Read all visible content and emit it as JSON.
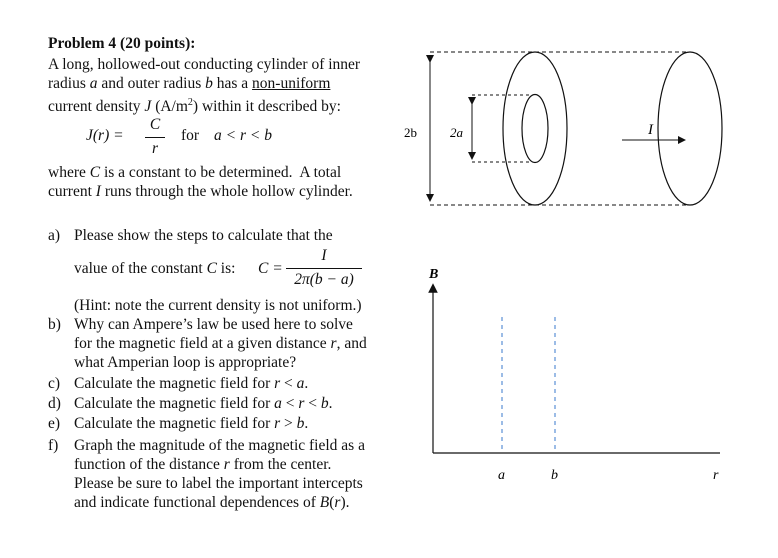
{
  "problem": {
    "title": "Problem 4 (20 points):",
    "intro_lines": [
      "A long, hollowed-out conducting cylinder of inner",
      "radius a and outer radius b has a non-uniform",
      "current density J (A/m²) within it described by:"
    ],
    "equation": {
      "lhs": "J(r) =",
      "numerator": "C",
      "denominator": "r",
      "condition_for": "for",
      "condition": "a < r < b"
    },
    "after_lines": [
      "where C is a constant to be determined.  A total",
      "current I runs through the whole hollow cylinder."
    ]
  },
  "parts": [
    {
      "label": "a)",
      "lines": [
        "Please show the steps to calculate that the"
      ]
    },
    {
      "label": "",
      "lines": [
        "value of the constant C is:"
      ]
    },
    {
      "label": "",
      "lines": [
        "(Hint: note the current density is not uniform.)"
      ]
    },
    {
      "label": "b)",
      "lines": [
        "Why can Ampere’s law be used here to solve",
        "for the magnetic field at a given distance r, and",
        "what Amperian loop is appropriate?"
      ]
    },
    {
      "label": "c)",
      "lines": [
        "Calculate the magnetic field for r < a."
      ]
    },
    {
      "label": "d)",
      "lines": [
        "Calculate the magnetic field for a < r < b."
      ]
    },
    {
      "label": "e)",
      "lines": [
        "Calculate the magnetic field for r > b."
      ]
    },
    {
      "label": "f)",
      "lines": [
        "Graph the magnitude of the magnetic field as a",
        "function of the distance r from the center.",
        "Please be sure to label the important intercepts",
        "and indicate functional dependences of B(r)."
      ]
    }
  ],
  "constant_formula": {
    "lhs": "C =",
    "numerator": "I",
    "denominator": "2π(b − a)"
  },
  "cylinder_figure": {
    "outer_label": "2b",
    "inner_label": "2a",
    "current_label": "I"
  },
  "graph": {
    "y_label": "B",
    "x_label": "r",
    "x_marks": [
      "a",
      "b"
    ]
  }
}
